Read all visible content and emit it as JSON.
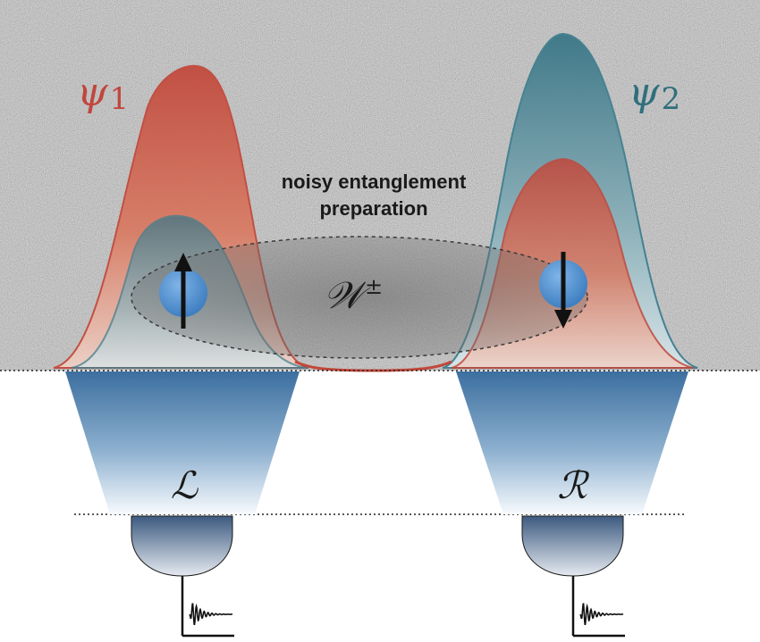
{
  "labels": {
    "psi1_symbol": "ψ",
    "psi1_index": "1",
    "psi2_symbol": "ψ",
    "psi2_index": "2",
    "caption_line1": "noisy entanglement",
    "caption_line2": "preparation",
    "state_symbol": "𝒲",
    "state_superscript": "±",
    "left_label": "ℒ",
    "right_label": "ℛ"
  },
  "colors": {
    "psi1": "#c2473a",
    "psi2": "#3f7f8f",
    "psi1_text": "#c0463d",
    "psi2_text": "#2f6f7d",
    "beam": "#4a7cac",
    "particle": "#4e8fd0",
    "noise_bg": "#b3b3b3",
    "detector": "#4b6588"
  },
  "icons": {
    "spin_up": "arrow-up-icon",
    "spin_down": "arrow-down-icon",
    "signal_left": "ringdown-signal-icon",
    "signal_right": "ringdown-signal-icon"
  }
}
